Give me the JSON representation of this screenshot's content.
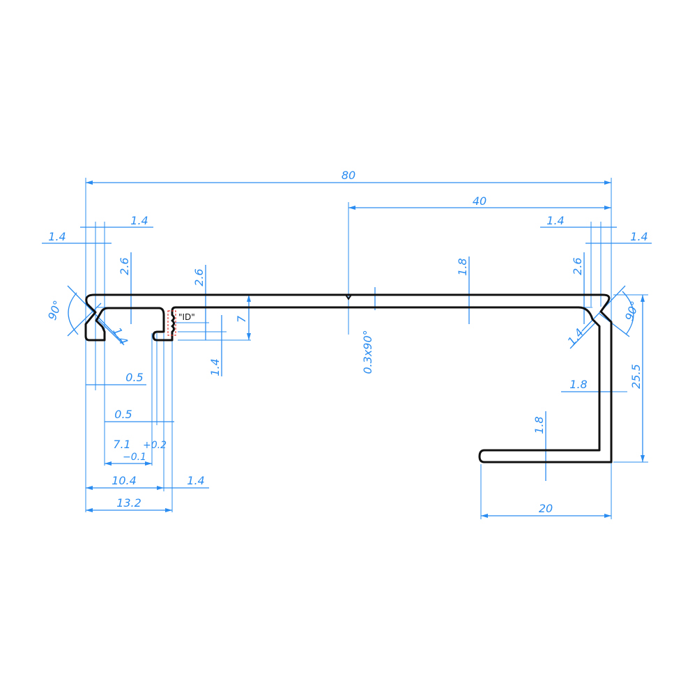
{
  "drawing": {
    "overall_width": "80",
    "half_width": "40",
    "left_top_offset_1": "1.4",
    "left_top_offset_2": "1.4",
    "right_top_offset_1": "1.4",
    "right_top_offset_2": "1.4",
    "left_groove_depth": "2.6",
    "slot_depth": "2.6",
    "wall_thickness_top": "1.8",
    "right_groove_depth": "2.6",
    "left_angle": "90°",
    "right_angle": "90°",
    "left_chamfer": "1.4",
    "right_chamfer": "1.4",
    "id_mark": "\"ID\"",
    "flange_height": "7",
    "center_groove": "0.3x90°",
    "tab_height": "1.4",
    "gap_a": "0.5",
    "gap_b": "0.5",
    "slot_width": "7.1",
    "slot_tol_plus": "+0.2",
    "slot_tol_minus": "−0.1",
    "inner_span": "10.4",
    "tab_width": "1.4",
    "left_flange_width": "13.2",
    "leg_thickness": "1.8",
    "leg_height": "25.5",
    "lip_thickness": "1.8",
    "lip_width": "20"
  },
  "colors": {
    "dimension": "#2a8cf0",
    "profile": "#111111",
    "id_box": "#e53935"
  }
}
